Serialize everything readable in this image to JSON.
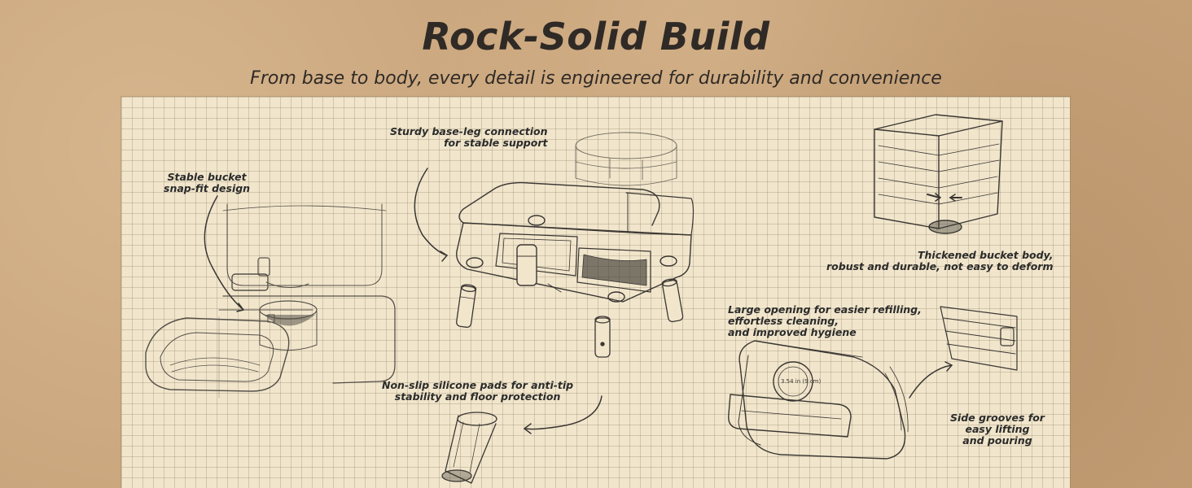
{
  "header": {
    "title": "Rock-Solid Build",
    "subtitle": "From base to body, every detail is engineered for durability and convenience"
  },
  "callouts": {
    "snap_fit": [
      "Stable bucket",
      "snap-fit design"
    ],
    "base_leg": [
      "Sturdy base-leg connection",
      "for stable support"
    ],
    "thickened": [
      "Thickened bucket body,",
      "robust and durable, not easy to deform"
    ],
    "large_opening": [
      "Large opening for easier refilling,",
      "effortless cleaning,",
      "and improved hygiene"
    ],
    "silicone_pads": [
      "Non-slip silicone pads for anti-tip",
      "stability and floor protection"
    ],
    "side_grooves": [
      "Side grooves for",
      "easy lifting",
      "and pouring"
    ]
  },
  "sketch_note": "3.54 in (9 cm)"
}
